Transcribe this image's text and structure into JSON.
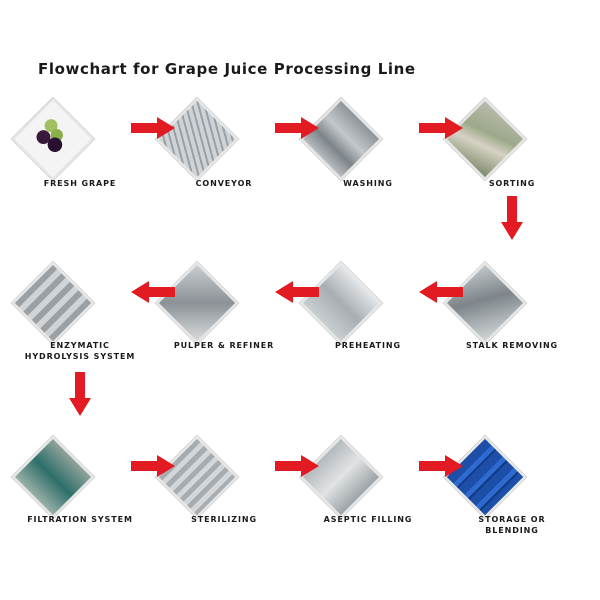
{
  "title": "Flowchart for Grape Juice Processing Line",
  "accent_color": "#e21b22",
  "steps": [
    {
      "label": "FRESH GRAPE",
      "image": "grapes-photo"
    },
    {
      "label": "CONVEYOR",
      "image": "conveyor-photo"
    },
    {
      "label": "WASHING",
      "image": "washing-machine-photo"
    },
    {
      "label": "SORTING",
      "image": "sorting-line-photo"
    },
    {
      "label": "STALK REMOVING",
      "image": "destemmer-photo"
    },
    {
      "label": "PREHEATING",
      "image": "preheater-photo"
    },
    {
      "label": "PULPER & REFINER",
      "image": "pulper-photo"
    },
    {
      "label": "ENZYMATIC HYDROLYSIS SYSTEM",
      "image": "enzyme-tanks-photo"
    },
    {
      "label": "FILTRATION SYSTEM",
      "image": "filtration-photo"
    },
    {
      "label": "STERILIZING",
      "image": "sterilizer-photo"
    },
    {
      "label": "ASEPTIC FILLING",
      "image": "aseptic-filler-photo"
    },
    {
      "label": "STORAGE OR BLENDING",
      "image": "blue-drums-photo"
    }
  ],
  "arrows": [
    {
      "from": "FRESH GRAPE",
      "to": "CONVEYOR",
      "direction": "right"
    },
    {
      "from": "CONVEYOR",
      "to": "WASHING",
      "direction": "right"
    },
    {
      "from": "WASHING",
      "to": "SORTING",
      "direction": "right"
    },
    {
      "from": "SORTING",
      "to": "STALK REMOVING",
      "direction": "down"
    },
    {
      "from": "STALK REMOVING",
      "to": "PREHEATING",
      "direction": "left"
    },
    {
      "from": "PREHEATING",
      "to": "PULPER & REFINER",
      "direction": "left"
    },
    {
      "from": "PULPER & REFINER",
      "to": "ENZYMATIC HYDROLYSIS SYSTEM",
      "direction": "left"
    },
    {
      "from": "ENZYMATIC HYDROLYSIS SYSTEM",
      "to": "FILTRATION SYSTEM",
      "direction": "down"
    },
    {
      "from": "FILTRATION SYSTEM",
      "to": "STERILIZING",
      "direction": "right"
    },
    {
      "from": "STERILIZING",
      "to": "ASEPTIC FILLING",
      "direction": "right"
    },
    {
      "from": "ASEPTIC FILLING",
      "to": "STORAGE OR BLENDING",
      "direction": "right"
    }
  ]
}
